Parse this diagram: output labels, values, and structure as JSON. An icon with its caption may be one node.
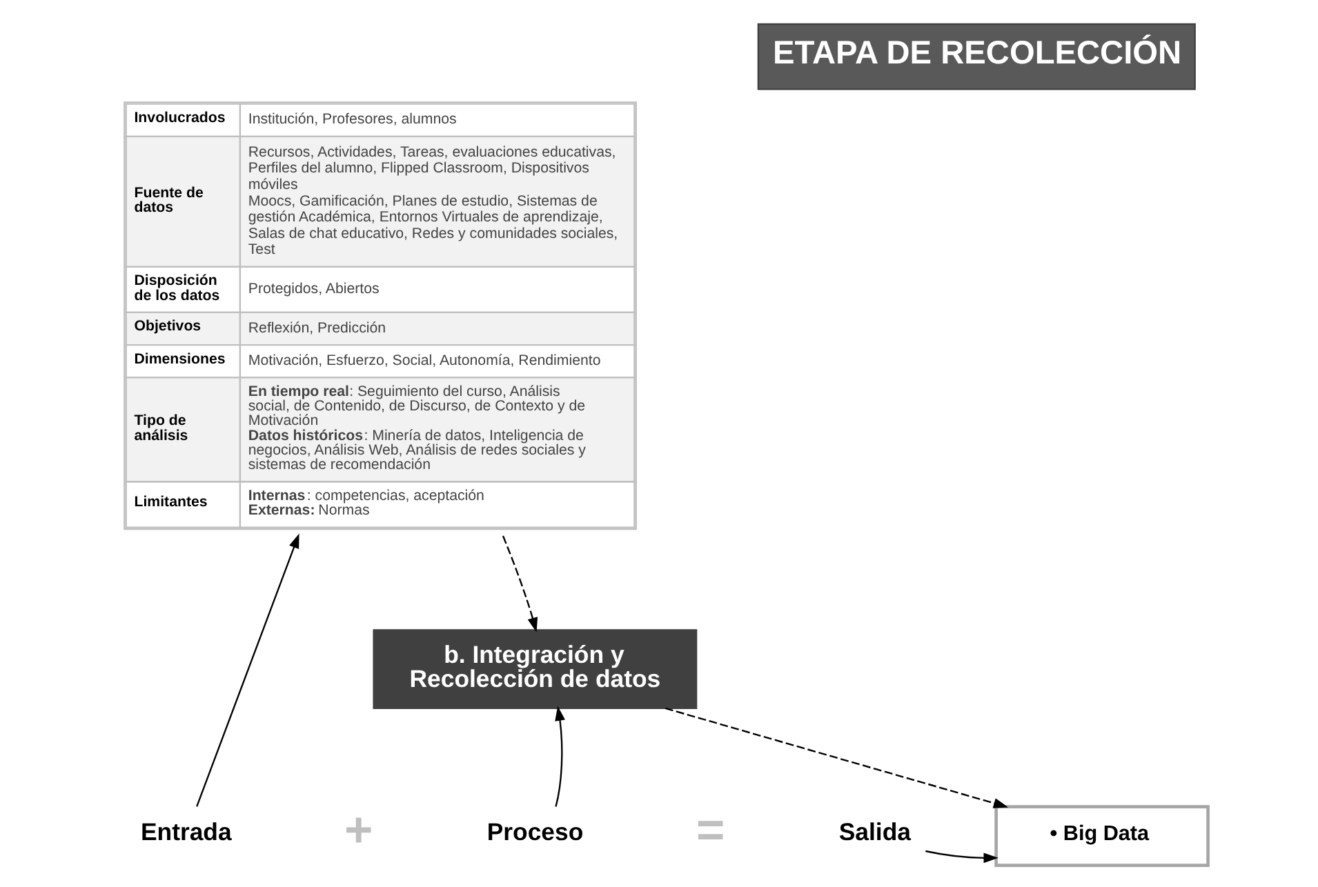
{
  "diagram": {
    "title": "ETAPA DE RECOLECCIÓN",
    "nodes": [
      {
        "text": [
          "Involucrados",
          "Institución, Profesores, alumnos",
          "Fuente de datos",
          "Recursos, Actividades, Tareas, evaluaciones educativas, Perfiles del alumno, Flipped Classroom, Dispositivos móviles",
          "Moocs, Gamificación, Planes de estudio, Sistemas de gestión Académica, Entornos Virtuales de aprendizaje, Salas de chat educativo, Redes y comunidades sociales, Test",
          "Disposición de los datos",
          "Protegidos, Abiertos",
          "Objetivos",
          "Reflexión, Predicción",
          "Dimensiones",
          "Motivación, Esfuerzo, Social, Autonomía, Rendimiento",
          "Tipo de análisis",
          "**En tiempo real**: Seguimiento del curso, Análisis social, de Contenido, de Discurso, de Contexto y de Motivación",
          "**Datos históricos**: Minería de datos, Inteligencia de negocios, Análisis Web, Análisis de redes sociales y sistemas de recomendación",
          "Limitantes",
          "**Internas**: competencias, aceptación",
          "**Externas:** Normas"
        ]
      },
      {
        "text": [
          "b. Integración y Recolección de datos"
        ]
      },
      {
        "text": [
          "Entrada"
        ]
      },
      {
        "text": [
          "Proceso"
        ]
      },
      {
        "text": [
          "Salida"
        ]
      },
      {
        "text": [
          "• Big Data"
        ]
      }
    ],
    "edges": [
      {
        "from": 2,
        "to": 0,
        "arrow": "to"
      },
      {
        "from": 0,
        "to": 1,
        "arrow": "to",
        "style": "dashed"
      },
      {
        "from": 3,
        "to": 1,
        "arrow": "to"
      },
      {
        "from": 1,
        "to": 5,
        "arrow": "to",
        "style": "dashed"
      },
      {
        "from": 4,
        "to": 5,
        "arrow": "to"
      }
    ],
    "labels": [
      "+",
      "="
    ]
  }
}
